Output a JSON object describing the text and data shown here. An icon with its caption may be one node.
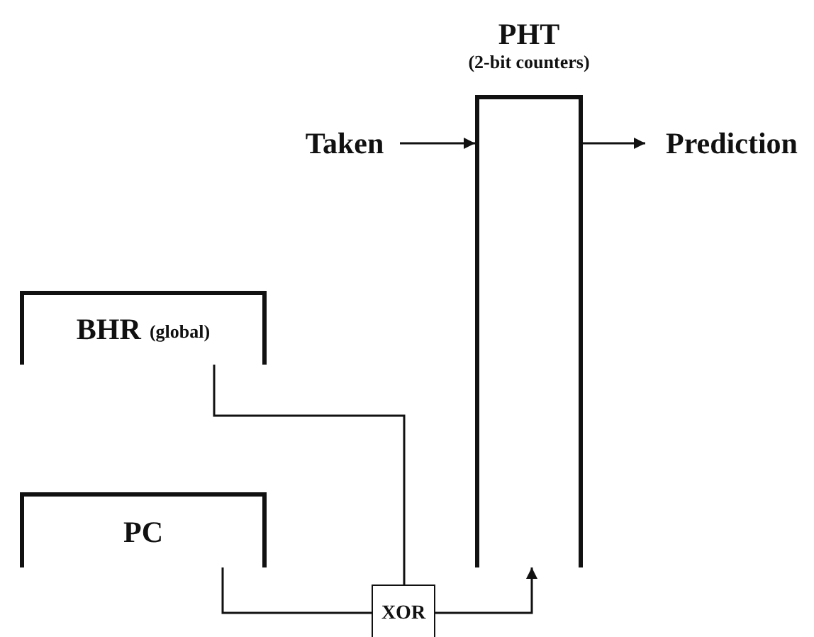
{
  "diagram": {
    "nodes": [
      {
        "text": [
          "PHT",
          "(2-bit counters)"
        ]
      },
      {
        "text": [
          "BHR",
          "(global)"
        ]
      },
      {
        "text": [
          "PC"
        ]
      },
      {
        "text": [
          "XOR"
        ]
      },
      {
        "text": [
          "Taken"
        ]
      },
      {
        "text": [
          "Prediction"
        ]
      }
    ],
    "edges": [
      {
        "from": 4,
        "to": 0,
        "arrow": "to"
      },
      {
        "from": 0,
        "to": 5,
        "arrow": "to"
      },
      {
        "from": 1,
        "to": 3,
        "arrow": "none"
      },
      {
        "from": 2,
        "to": 3,
        "arrow": "none"
      },
      {
        "from": 3,
        "to": 0,
        "arrow": "to"
      }
    ]
  }
}
